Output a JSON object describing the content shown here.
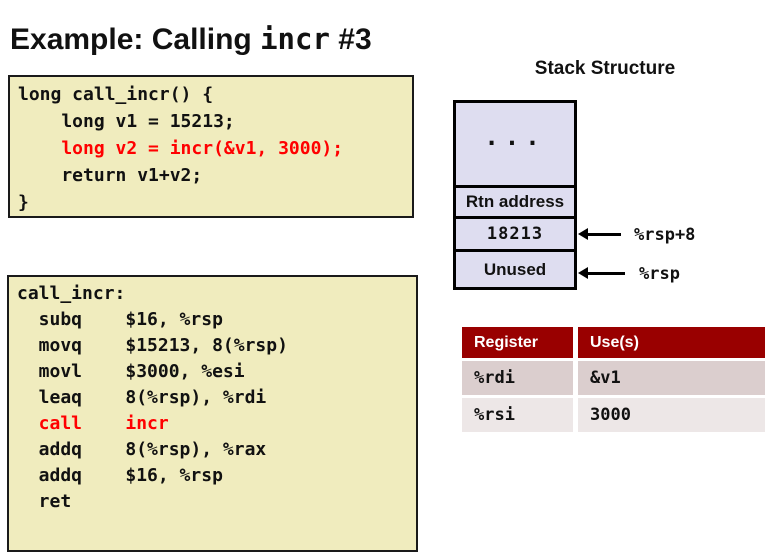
{
  "slide": {
    "title_prefix": "Example: Calling ",
    "title_code": "incr",
    "title_suffix": " #3"
  },
  "c_code": {
    "lines": [
      {
        "text": "long call_incr() {",
        "color": "black"
      },
      {
        "text": "    long v1 = 15213;",
        "color": "black"
      },
      {
        "text": "    long v2 = incr(&v1, 3000);",
        "color": "red"
      },
      {
        "text": "    return v1+v2;",
        "color": "black"
      },
      {
        "text": "}",
        "color": "black"
      }
    ]
  },
  "asm_code": {
    "lines": [
      {
        "text": "call_incr:",
        "color": "black"
      },
      {
        "text": "  subq    $16, %rsp",
        "color": "black"
      },
      {
        "text": "  movq    $15213, 8(%rsp)",
        "color": "black"
      },
      {
        "text": "  movl    $3000, %esi",
        "color": "black"
      },
      {
        "text": "  leaq    8(%rsp), %rdi",
        "color": "black"
      },
      {
        "text": "  call    incr",
        "color": "red"
      },
      {
        "text": "  addq    8(%rsp), %rax",
        "color": "black"
      },
      {
        "text": "  addq    $16, %rsp",
        "color": "black"
      },
      {
        "text": "  ret",
        "color": "black"
      }
    ]
  },
  "stack": {
    "heading": "Stack Structure",
    "cells": [
      {
        "label": "...",
        "color": "black"
      },
      {
        "label": "Rtn address",
        "color": "black"
      },
      {
        "label": "18213",
        "color": "red"
      },
      {
        "label": "Unused",
        "color": "black"
      }
    ],
    "pointers": [
      {
        "label": "%rsp+8"
      },
      {
        "label": "%rsp"
      }
    ]
  },
  "register_table": {
    "headers": [
      "Register",
      "Use(s)"
    ],
    "rows": [
      {
        "register": "%rdi",
        "use": "&v1"
      },
      {
        "register": "%rsi",
        "use": "3000"
      }
    ]
  },
  "colors": {
    "code_block_bg": "#F0ECBE",
    "stack_cell_bg": "#DEDDF0",
    "accent_red": "#FF0000",
    "table_header_bg": "#990000",
    "table_row1_bg": "#DBCECE",
    "table_row2_bg": "#EDE7E7"
  }
}
